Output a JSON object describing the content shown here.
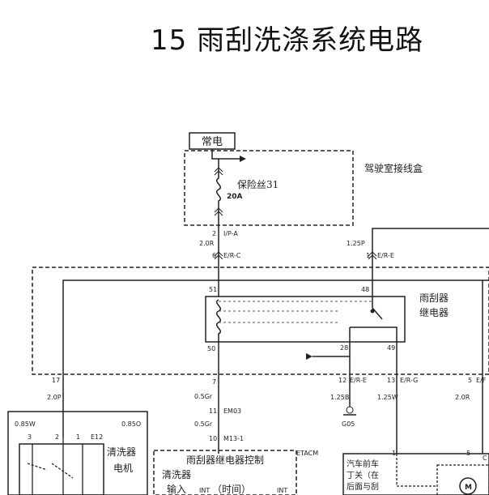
{
  "title": "15 雨刮洗涤系统电路",
  "power_label": "常电",
  "fuse": {
    "name": "保险丝31",
    "rating": "20A"
  },
  "junction_box_label": "驾驶室接线盒",
  "relay_label_line1": "雨刮器",
  "relay_label_line2": "继电器",
  "pin_labels": {
    "p2": "2",
    "ip_a": "I/P-A",
    "wire_20r": "2.0R",
    "p6": "6",
    "er_c": "E/R-C",
    "wire_125p": "1.25P",
    "p1": "1",
    "er_e": "E/R-E",
    "p51": "51",
    "p48": "48",
    "p50": "50",
    "p28": "28",
    "p49": "49",
    "p17": "17",
    "wire_20p": "2.0P",
    "p7": "7",
    "wire_05gr_a": "0.5Gr",
    "p11": "11",
    "em03": "EM03",
    "wire_05gr_b": "0.5Gr",
    "p10": "10",
    "m13_1": "M13-1",
    "etacm": "ETACM",
    "p12": "12",
    "er_e2": "E/R-E",
    "p13": "13",
    "er_g": "E/R-G",
    "wire_125b": "1.25B",
    "wire_125w": "1.25W",
    "g05": "G05",
    "p5": "5",
    "er_f": "E/F",
    "wire_20rr": "2.0R",
    "wire_085w": "0.85W",
    "p3": "3",
    "p2b": "2",
    "p1b": "1",
    "e12": "E12",
    "wire_085o": "0.85O",
    "p1c": "1",
    "p5b": "5",
    "c_tag": "C"
  },
  "washer_motor_label_line1": "清洗器",
  "washer_motor_label_line2": "电机",
  "relay_control_label": "雨刮器继电器控制",
  "washer_input_line1": "清洗器",
  "washer_input_line2": "输入",
  "int_label_a": "INT",
  "time_label": "（时间）",
  "int_label_b": "INT",
  "wiper_motor_line1": "汽车前车",
  "wiper_motor_line2": "丁关（在",
  "wiper_motor_line3": "后面与刮",
  "motor_symbol": "M"
}
